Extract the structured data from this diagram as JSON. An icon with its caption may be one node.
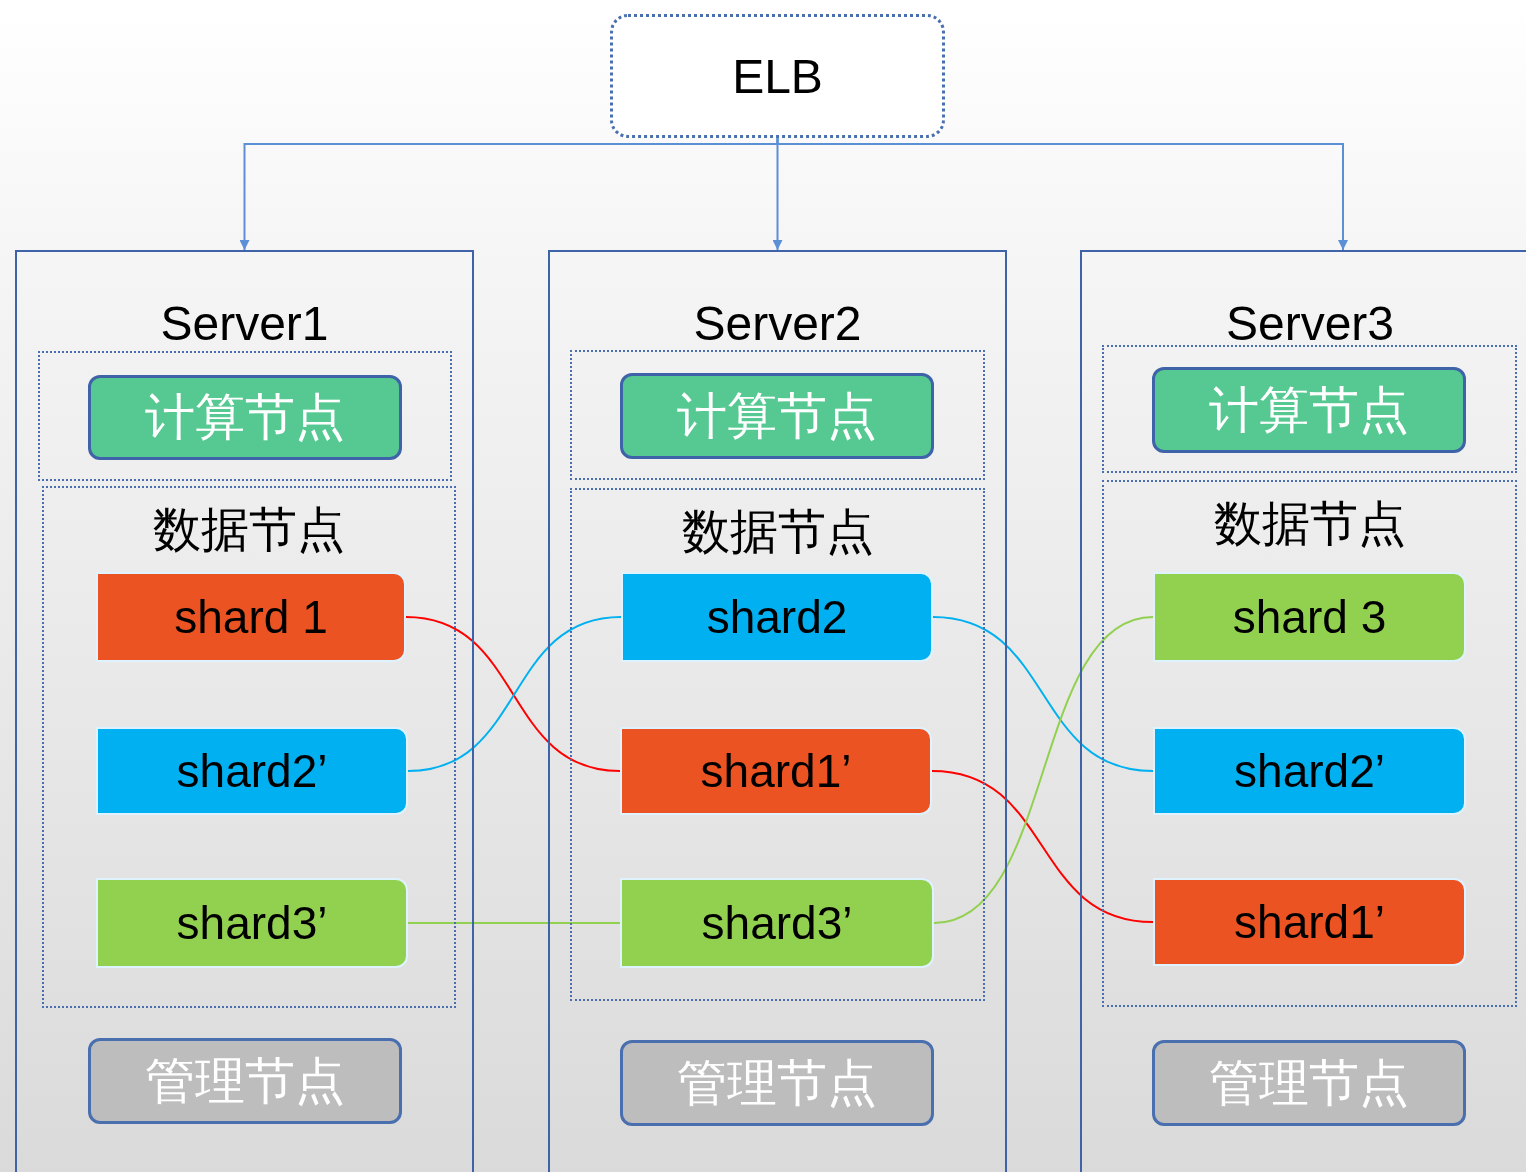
{
  "diagram": {
    "nodes": [
      {
        "text": [
          "ELB"
        ]
      },
      {
        "text": [
          "Server1"
        ]
      },
      {
        "text": [],
        "shape": "box",
        "in": 1
      },
      {
        "text": [
          "计算节点"
        ],
        "in": 2
      },
      {
        "text": [
          "数据节点"
        ],
        "in": 1
      },
      {
        "text": [
          "shard 1"
        ],
        "in": 4
      },
      {
        "text": [
          "shard2’"
        ],
        "in": 4
      },
      {
        "text": [
          "shard3’"
        ],
        "in": 4
      },
      {
        "text": [
          "管理节点"
        ],
        "in": 1
      },
      {
        "text": [
          "Server2"
        ]
      },
      {
        "text": [],
        "shape": "box",
        "in": 9
      },
      {
        "text": [
          "计算节点"
        ],
        "in": 10
      },
      {
        "text": [
          "数据节点"
        ],
        "in": 9
      },
      {
        "text": [
          "shard2"
        ],
        "in": 12
      },
      {
        "text": [
          "shard1’"
        ],
        "in": 12
      },
      {
        "text": [
          "shard3’"
        ],
        "in": 12
      },
      {
        "text": [
          "管理节点"
        ],
        "in": 9
      },
      {
        "text": [
          "Server3"
        ]
      },
      {
        "text": [],
        "shape": "box",
        "in": 17
      },
      {
        "text": [
          "计算节点"
        ],
        "in": 18
      },
      {
        "text": [
          "数据节点"
        ],
        "in": 17
      },
      {
        "text": [
          "shard 3"
        ],
        "in": 20
      },
      {
        "text": [
          "shard2’"
        ],
        "in": 20
      },
      {
        "text": [
          "shard1’"
        ],
        "in": 20
      },
      {
        "text": [
          "管理节点"
        ],
        "in": 17
      }
    ],
    "edges": [
      {
        "from": 0,
        "to": 1,
        "arrow": "to",
        "color": "#5b8fd6"
      },
      {
        "from": 0,
        "to": 9,
        "arrow": "to",
        "color": "#5b8fd6"
      },
      {
        "from": 0,
        "to": 17,
        "arrow": "to",
        "color": "#5b8fd6"
      },
      {
        "from": 5,
        "to": 14,
        "arrow": "none",
        "color": "#ff0000"
      },
      {
        "from": 6,
        "to": 13,
        "arrow": "none",
        "color": "#00b0f0"
      },
      {
        "from": 7,
        "to": 15,
        "arrow": "none",
        "color": "#92d050"
      },
      {
        "from": 13,
        "to": 22,
        "arrow": "none",
        "color": "#00b0f0"
      },
      {
        "from": 14,
        "to": 23,
        "arrow": "none",
        "color": "#ff0000"
      },
      {
        "from": 15,
        "to": 21,
        "arrow": "none",
        "color": "#92d050"
      }
    ]
  }
}
